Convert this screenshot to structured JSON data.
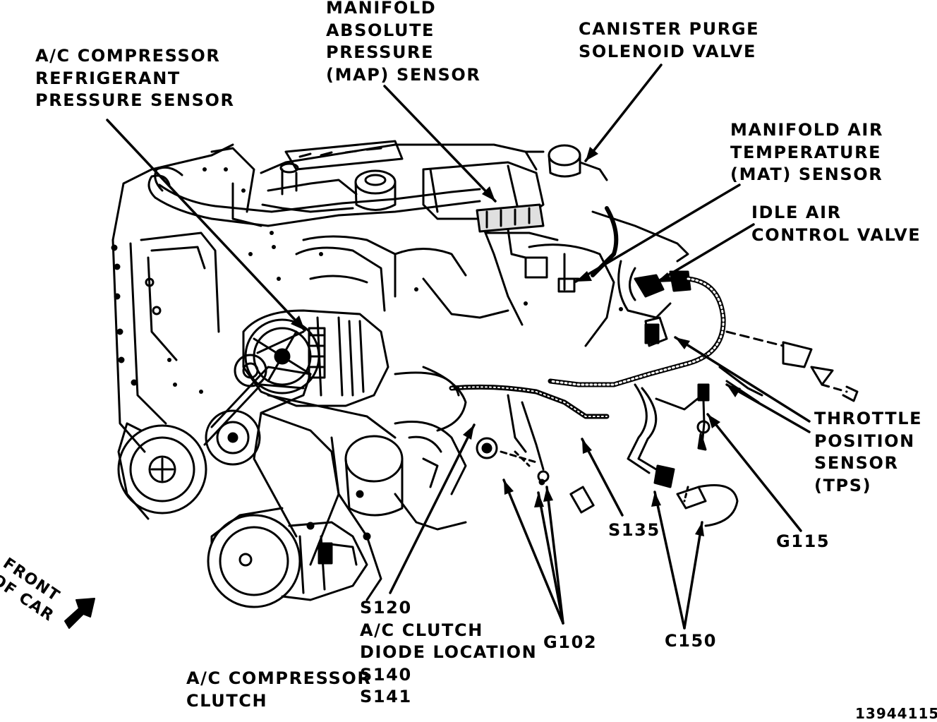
{
  "labels": {
    "ac_pressure": [
      "A/C COMPRESSOR",
      "REFRIGERANT",
      "PRESSURE SENSOR"
    ],
    "map": [
      "MANIFOLD",
      "ABSOLUTE",
      "PRESSURE",
      "(MAP) SENSOR"
    ],
    "purge": [
      "CANISTER PURGE",
      "SOLENOID VALVE"
    ],
    "mat": [
      "MANIFOLD AIR",
      "TEMPERATURE",
      "(MAT) SENSOR"
    ],
    "iac": [
      "IDLE AIR",
      "CONTROL VALVE"
    ],
    "tps": [
      "THROTTLE",
      "POSITION",
      "SENSOR",
      "(TPS)"
    ],
    "g115": "G115",
    "s135": "S135",
    "g102": "G102",
    "c150": "C150",
    "s120": [
      "S120",
      "A/C CLUTCH",
      "DIODE LOCATION",
      "S140",
      "S141"
    ],
    "clutch": [
      "A/C COMPRESSOR",
      "CLUTCH"
    ],
    "front": [
      "FRONT",
      "OF CAR"
    ]
  },
  "figure_number": "13944115"
}
